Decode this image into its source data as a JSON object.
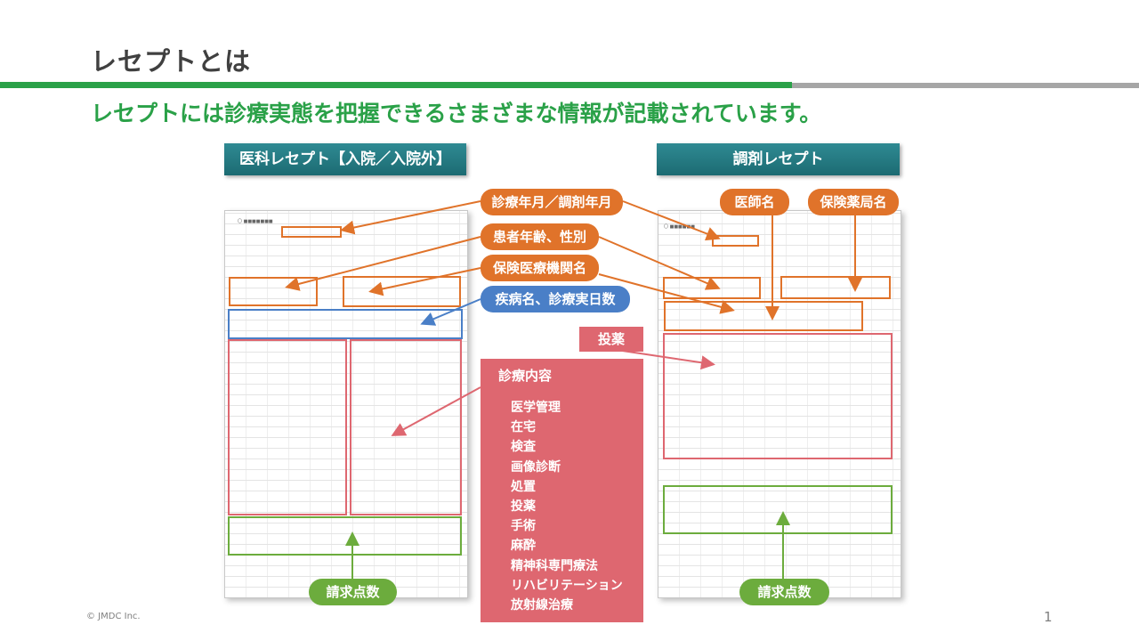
{
  "page": {
    "title": "レセプトとは",
    "subtitle": "レセプトには診療実態を把握できるさまざまな情報が記載されています。"
  },
  "panels": {
    "left_header": "医科レセプト【入院／入院外】",
    "right_header": "調剤レセプト"
  },
  "callouts": {
    "date": "診療年月／調剤年月",
    "patient": "患者年齢、性別",
    "institution": "保険医療機関名",
    "disease": "疾病名、診療実日数",
    "doctor": "医師名",
    "pharmacy": "保険薬局名",
    "dispensing": "投薬",
    "claim_left": "請求点数",
    "claim_right": "請求点数"
  },
  "treatment": {
    "title": "診療内容",
    "items": [
      "医学管理",
      "在宅",
      "検査",
      "画像診断",
      "処置",
      "投薬",
      "手術",
      "麻酔",
      "精神科専門療法",
      "リハビリテーション",
      "放射線治療"
    ]
  },
  "footer": {
    "copyright": "© JMDC Inc.",
    "page_number": "1"
  },
  "colors": {
    "accent_green": "#2aa148",
    "header_teal": "#1c6b72",
    "callout_orange": "#e0732a",
    "callout_blue": "#4a7fc7",
    "callout_green": "#6cac3d",
    "callout_pink": "#de6770",
    "rule_gray": "#a6a6a6"
  }
}
